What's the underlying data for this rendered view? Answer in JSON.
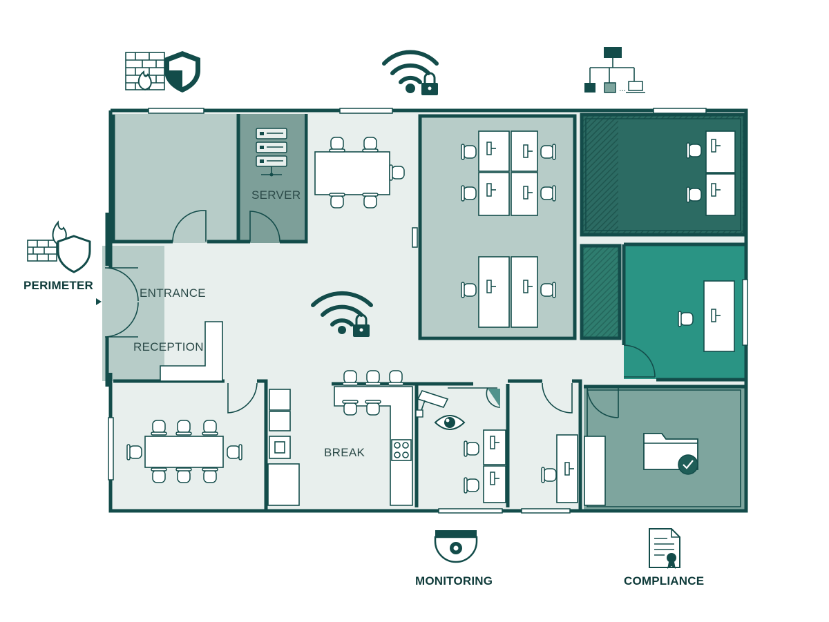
{
  "labels": {
    "server": "SERVER",
    "entrance": "ENTRANCE",
    "reception": "RECEPTION",
    "break": "BREAK",
    "perimeter": "PERIMETER",
    "monitoring": "MONITORING",
    "compliance": "COMPLIANCE"
  },
  "icons": {
    "firewall_shield": "firewall-shield-icon",
    "wifi_lock": "wifi-lock-icon",
    "network": "network-topology-icon",
    "camera": "dome-camera-icon",
    "certificate": "certificate-icon"
  },
  "colors": {
    "wall": "#134c4a",
    "floor": "#e8efed",
    "room_light": "#b7ccc8",
    "room_mid": "#94b3ad",
    "room_server": "#7d9f99",
    "room_dark": "#2c6b63",
    "room_teal": "#2a9484",
    "room_compliance": "#7ea59e",
    "accent": "#1a6b65"
  }
}
